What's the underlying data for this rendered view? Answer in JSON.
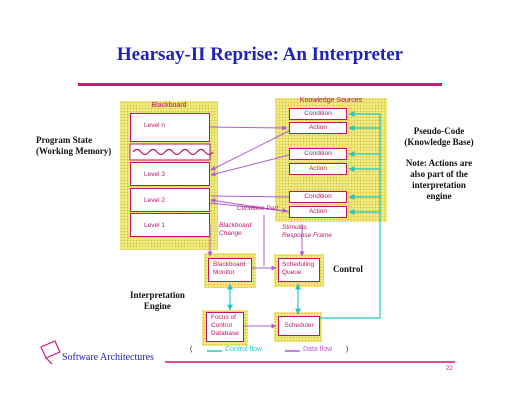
{
  "title": "Hearsay-II Reprise: An Interpreter",
  "blackboard": {
    "header": "Blackboard",
    "levels": [
      "Level n",
      "Level 3",
      "Level 2",
      "Level 1"
    ]
  },
  "knowledge_sources": {
    "header": "Knowledge Sources",
    "condition_label": "Condition",
    "action_label": "Action"
  },
  "left_labels": {
    "program_state": "Program State",
    "working_memory": "(Working Memory)",
    "interpretation": "Interpretation",
    "engine": "Engine"
  },
  "right_labels": {
    "pseudo_code": "Pseudo-Code",
    "knowledge_base": "(Knowledge Base)",
    "note_line1": "Note: Actions are",
    "note_line2": "also part of the",
    "note_line3": "interpretation",
    "note_line4": "engine"
  },
  "control_label": "Control",
  "boxes": {
    "blackboard_monitor": [
      "Blackboard",
      "Monitor"
    ],
    "scheduling_queue": [
      "Scheduling",
      "Queue"
    ],
    "focus_of_control": [
      "Focus of",
      "Control",
      "Database"
    ],
    "scheduler": "Scheduler"
  },
  "annotations": {
    "condition_part": "Condition Part",
    "blackboard_change": [
      "Blackboard",
      "Change"
    ],
    "stimulus_response": [
      "Stimulus",
      "Response Frame"
    ]
  },
  "legend": {
    "open_paren": "(",
    "control_flow": "Control flow",
    "data_flow": "Data flow",
    "close_paren": ")"
  },
  "footer": {
    "brand": "Software Architectures",
    "page_number": "22"
  },
  "colors": {
    "title": "#1f23b8",
    "accent": "#d4137a",
    "data_flow": "#b05bd6",
    "control_flow": "#22c8c8",
    "panel": "#f2ec88"
  }
}
